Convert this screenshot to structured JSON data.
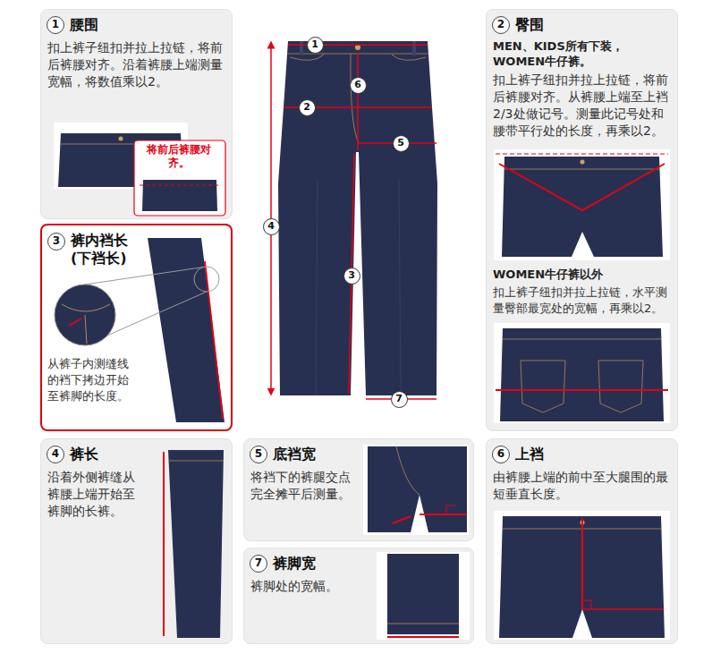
{
  "diagram": {
    "nodes": [
      {
        "text": [
          "1",
          "腰围",
          "扣上裤子纽扣并拉上拉链，将前后裤腰对齐。沿着裤腰上端测量宽幅，将数值乘以2。"
        ]
      },
      {
        "text": [
          "2",
          "臀围",
          "MEN、KIDS所有下装，WOMEN牛仔裤。",
          "扣上裤子纽扣并拉上拉链，将前后裤腰对齐。从裤腰上端至上裆2/3处做记号。测量此记号处和腰带平行处的长度，再乘以2。",
          "WOMEN牛仔裤以外",
          "扣上裤子纽扣并拉上拉链，水平测量臀部最宽处的宽幅，再乘以2。"
        ]
      },
      {
        "text": [
          "3",
          "裤内裆长 (下裆长)",
          "从裤子内测缝线的裆下拷边开始至裤脚的长度。"
        ]
      },
      {
        "text": [
          "4",
          "裤长",
          "沿着外侧裤缝从裤腰上端开始至裤脚的长裤。"
        ]
      },
      {
        "text": [
          "5",
          "底裆宽",
          "将裆下的裤腿交点完全摊平后测量。"
        ]
      },
      {
        "text": [
          "7",
          "裤脚宽",
          "裤脚处的宽幅。"
        ]
      },
      {
        "text": [
          "6",
          "上裆",
          "由裤腰上端的前中至大腿围的最短垂直长度。"
        ]
      }
    ],
    "labels": [
      "将前后裤腰对齐。",
      "1",
      "6",
      "2",
      "5",
      "4",
      "3",
      "7"
    ]
  }
}
